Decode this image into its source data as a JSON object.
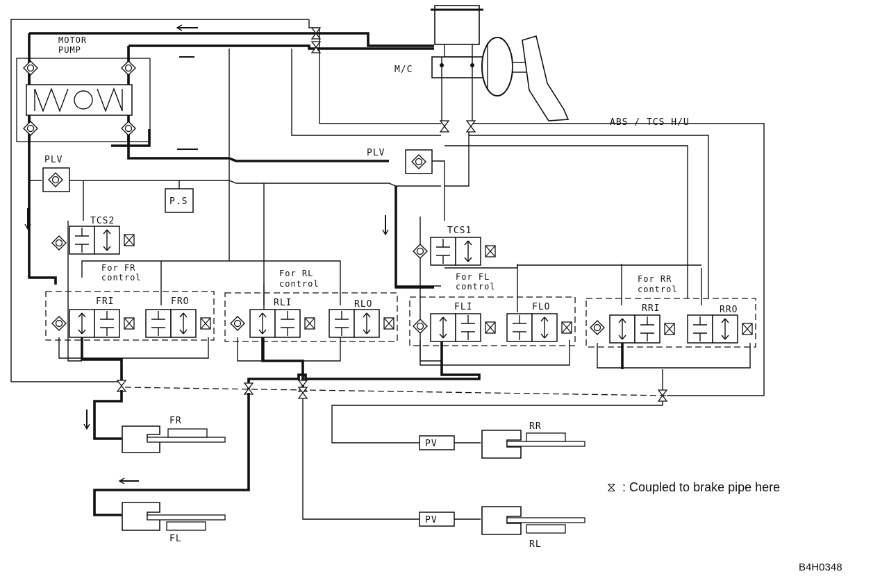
{
  "labels": {
    "motor_pump_1": "MOTOR",
    "motor_pump_2": "PUMP",
    "master_cylinder": "M/C",
    "hydraulic_unit": "ABS / TCS   H/U",
    "plv_left": "PLV",
    "plv_center": "PLV",
    "pressure_switch": "P.S",
    "tcs2": "TCS2",
    "tcs1": "TCS1",
    "for_fr_1": "For FR",
    "for_fr_2": "control",
    "for_rl_1": "For RL",
    "for_rl_2": "control",
    "for_fl_1": "For FL",
    "for_fl_2": "control",
    "for_rr_1": "For RR",
    "for_rr_2": "control",
    "fri": "FRI",
    "fro": "FRO",
    "rli": "RLI",
    "rlo": "RLO",
    "fli": "FLI",
    "flo": "FLO",
    "rri": "RRI",
    "rro": "RRO",
    "wheel_fr": "FR",
    "wheel_fl": "FL",
    "wheel_rr": "RR",
    "wheel_rl": "RL",
    "pv_rr": "PV",
    "pv_rl": "PV"
  },
  "legend": {
    "symbol": "⧖",
    "text": ": Coupled to brake pipe here"
  },
  "figure_code": "B4H0348"
}
